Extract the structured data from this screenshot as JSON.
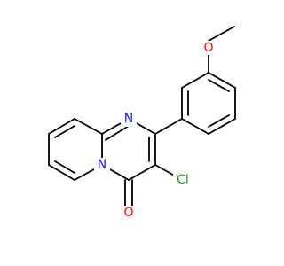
{
  "molecule": {
    "atoms": {
      "n1": {
        "symbol": "N",
        "color": "#1a1aff"
      },
      "n2": {
        "symbol": "N",
        "color": "#1a1aff"
      },
      "o_ketone": {
        "symbol": "O",
        "color": "#ff0d0d"
      },
      "o_ether": {
        "symbol": "O",
        "color": "#ff0d0d"
      },
      "cl": {
        "symbol": "Cl",
        "color": "#1fa01f"
      }
    },
    "bond_color": "#000000"
  }
}
